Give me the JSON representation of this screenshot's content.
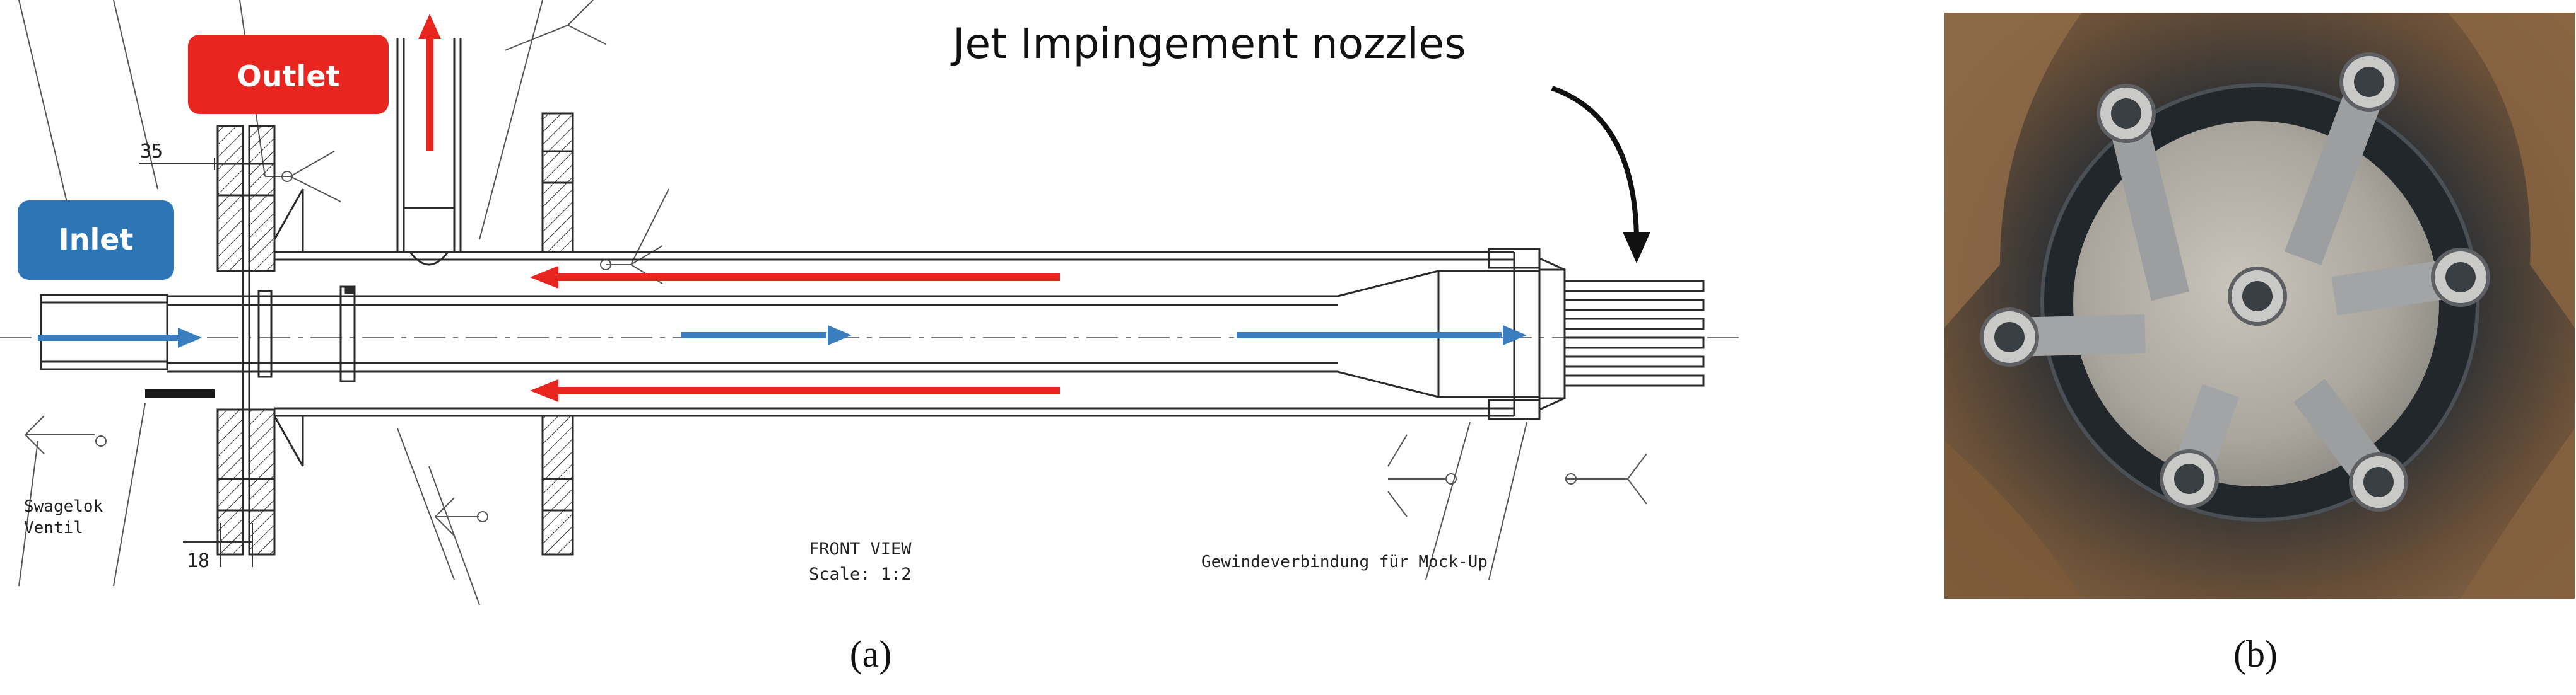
{
  "panel_a": {
    "title_annotation": "Jet Impingement nozzles",
    "outlet_label": "Outlet",
    "inlet_label": "Inlet",
    "dim_35": "35",
    "dim_18": "18",
    "swagelok_label": "Swagelok",
    "ventil_label": "Ventil",
    "front_view_label": "FRONT VIEW",
    "scale_label": "Scale:  1:2",
    "thread_label": "Gewindeverbindung für Mock-Up",
    "caption": "(a)"
  },
  "panel_b": {
    "caption": "(b)"
  },
  "colors": {
    "outlet_box": "#e8251f",
    "inlet_box": "#2e75b6",
    "hot_flow_arrow": "#e8251f",
    "cold_flow_arrow": "#3a7ebf",
    "line_drawing": "#2a2a2a",
    "photo_background": "#7a5a3e",
    "photo_plate": "#b7b3ab"
  },
  "icons": {
    "jet_pointer": "curved-arrow-icon",
    "flow": "flow-arrow-icon"
  }
}
